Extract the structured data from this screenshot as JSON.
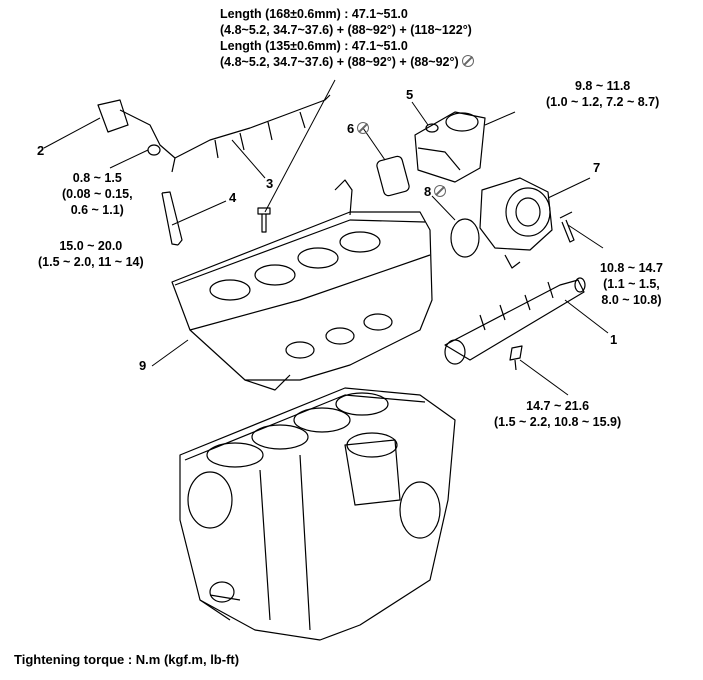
{
  "footer": {
    "torque_unit": "Tightening torque : N.m (kgf.m, lb-ft)"
  },
  "torques": {
    "head_bolt": {
      "l1": "Length (168±0.6mm) : 47.1~51.0",
      "l2": "(4.8~5.2, 34.7~37.6) + (88~92°) + (118~122°)",
      "l3": "Length (135±0.6mm) : 47.1~51.0",
      "l4": "(4.8~5.2, 34.7~37.6) + (88~92°) + (88~92°)"
    },
    "harness_bolt": {
      "l1": "0.8 ~ 1.5",
      "l2": "(0.08 ~ 0.15,",
      "l3": "0.6 ~ 1.1)"
    },
    "glow_plug": {
      "l1": "15.0 ~ 20.0",
      "l2": "(1.5 ~ 2.0, 11 ~ 14)"
    },
    "thermostat_bolt": {
      "l1": "9.8 ~ 11.8",
      "l2": "(1.0 ~ 1.2, 7.2 ~ 8.7)"
    },
    "vacuum_pump_bolt": {
      "l1": "10.8 ~ 14.7",
      "l2": "(1.1 ~ 1.5,",
      "l3": "8.0 ~ 10.8)"
    },
    "rail_bolt": {
      "l1": "14.7 ~ 21.6",
      "l2": "(1.5 ~ 2.2, 10.8 ~ 15.9)"
    }
  },
  "callouts": {
    "n1": "1",
    "n2": "2",
    "n3": "3",
    "n4": "4",
    "n5": "5",
    "n6": "6",
    "n7": "7",
    "n8": "8",
    "n9": "9"
  }
}
